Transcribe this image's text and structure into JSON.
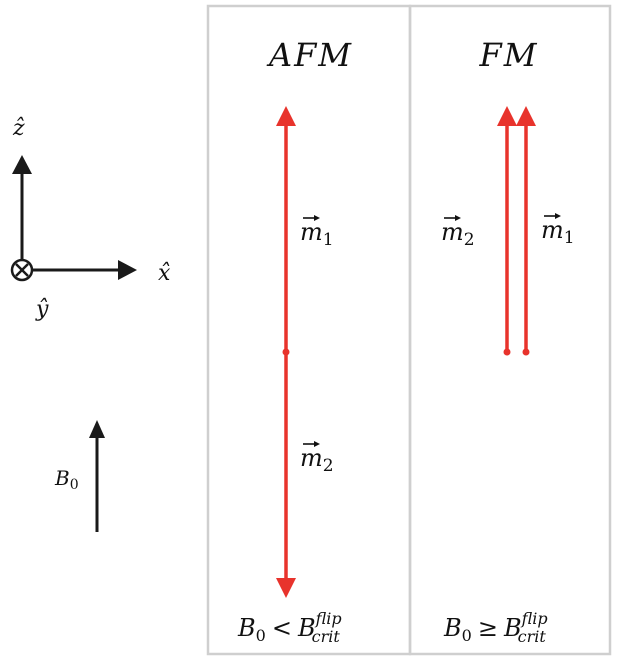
{
  "axes": {
    "z_label": "ẑ",
    "x_label": "x̂",
    "y_label": "ŷ",
    "y_marker": "⊗"
  },
  "field": {
    "label_main": "B",
    "label_sub": "0"
  },
  "panels": [
    {
      "title": "AFM",
      "moments": [
        {
          "name": "m",
          "sub": "1",
          "direction": "up"
        },
        {
          "name": "m",
          "sub": "2",
          "direction": "down"
        }
      ],
      "condition": {
        "lhs": "B",
        "lhs_sub": "0",
        "op": "<",
        "rhs": "B",
        "rhs_sub": "crit",
        "rhs_sup": "flip"
      }
    },
    {
      "title": "FM",
      "moments": [
        {
          "name": "m",
          "sub": "2",
          "direction": "up"
        },
        {
          "name": "m",
          "sub": "1",
          "direction": "up"
        }
      ],
      "condition": {
        "lhs": "B",
        "lhs_sub": "0",
        "op": "≥",
        "rhs": "B",
        "rhs_sub": "crit",
        "rhs_sup": "flip"
      }
    }
  ],
  "colors": {
    "moment": "#e8332c",
    "axis": "#1a1a1a",
    "panel_border": "#cfcfcf"
  }
}
